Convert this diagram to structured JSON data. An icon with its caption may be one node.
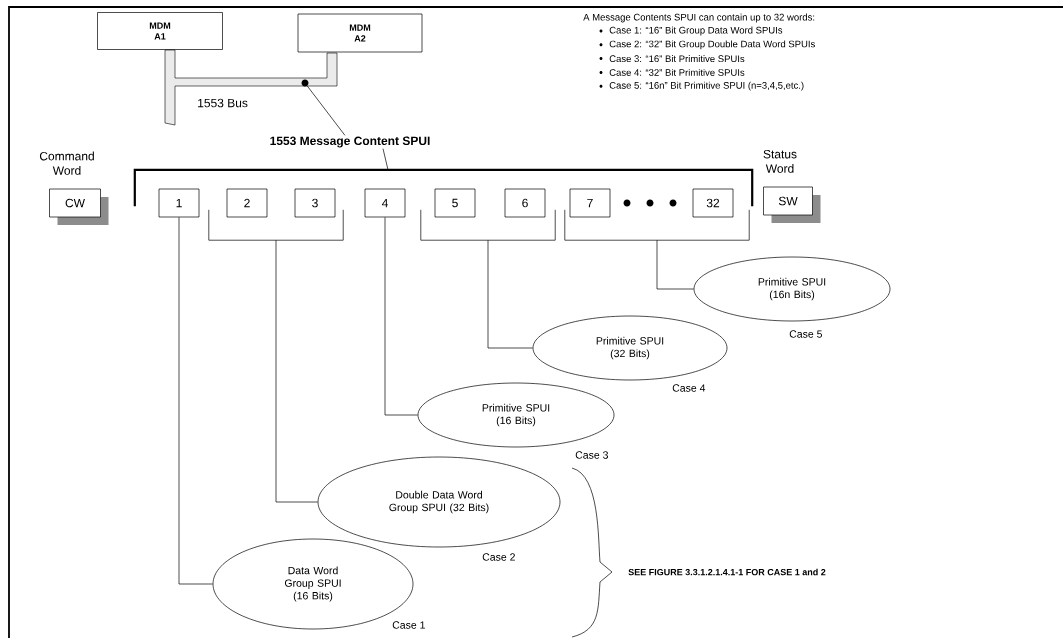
{
  "diagram": {
    "nodes": [
      {
        "text": [
          "MDM A1"
        ]
      },
      {
        "text": [
          "MDM A2"
        ]
      },
      {
        "text": [],
        "shape": "bar",
        "beside": [
          "1553 Bus"
        ]
      },
      {
        "text": [],
        "shape": "circle",
        "in": 2
      },
      {
        "text": [
          "1553 Message Content SPUI"
        ]
      },
      {
        "text": [],
        "shape": "bracket"
      },
      {
        "text": [
          "Command Word",
          "CW"
        ]
      },
      {
        "text": [
          "1"
        ]
      },
      {
        "text": [
          "2"
        ]
      },
      {
        "text": [
          "3"
        ]
      },
      {
        "text": [
          "4"
        ]
      },
      {
        "text": [
          "5"
        ]
      },
      {
        "text": [
          "6"
        ]
      },
      {
        "text": [
          "7"
        ]
      },
      {
        "text": [
          "32"
        ]
      },
      {
        "text": [
          "Status Word",
          "SW"
        ]
      },
      {
        "text": [],
        "shape": "bracket"
      },
      {
        "text": [],
        "shape": "bracket"
      },
      {
        "text": [],
        "shape": "bracket"
      },
      {
        "text": [
          "Primitive SPUI (16n Bits)"
        ],
        "beside": [
          "Case 5"
        ]
      },
      {
        "text": [
          "Primitive SPUI (32 Bits)"
        ],
        "beside": [
          "Case 4"
        ]
      },
      {
        "text": [
          "Primitive SPUI (16 Bits)"
        ],
        "beside": [
          "Case 3"
        ]
      },
      {
        "text": [
          "Double Data Word Group SPUI (32 Bits)"
        ],
        "beside": [
          "Case 2"
        ]
      },
      {
        "text": [
          "Data Word Group SPUI (16 Bits)"
        ],
        "beside": [
          "Case 1"
        ]
      }
    ],
    "edges": [
      {
        "from": 4,
        "to": 3,
        "arrow": "none"
      },
      {
        "from": 4,
        "to": 5,
        "arrow": "none"
      },
      {
        "from": 7,
        "to": 23,
        "arrow": "none"
      },
      {
        "from": 16,
        "to": 22,
        "arrow": "none"
      },
      {
        "from": 10,
        "to": 21,
        "arrow": "none"
      },
      {
        "from": 17,
        "to": 20,
        "arrow": "none"
      },
      {
        "from": 18,
        "to": 19,
        "arrow": "none"
      }
    ],
    "labels": [
      "A Message Contents SPUI can contain up to 32 words:",
      "Case 1: “16” Bit Group Data Word SPUIs",
      "Case 2: “32” Bit Group Double Data Word SPUIs",
      "Case 3: “16” Bit Primitive SPUIs",
      "Case 4: “32” Bit Primitive SPUIs",
      "Case 5: “16n” Bit Primitive SPUI (n=3,4,5,etc.)",
      "SEE FIGURE 3.3.1.2.1.4.1-1 FOR CASE 1 and 2"
    ]
  }
}
